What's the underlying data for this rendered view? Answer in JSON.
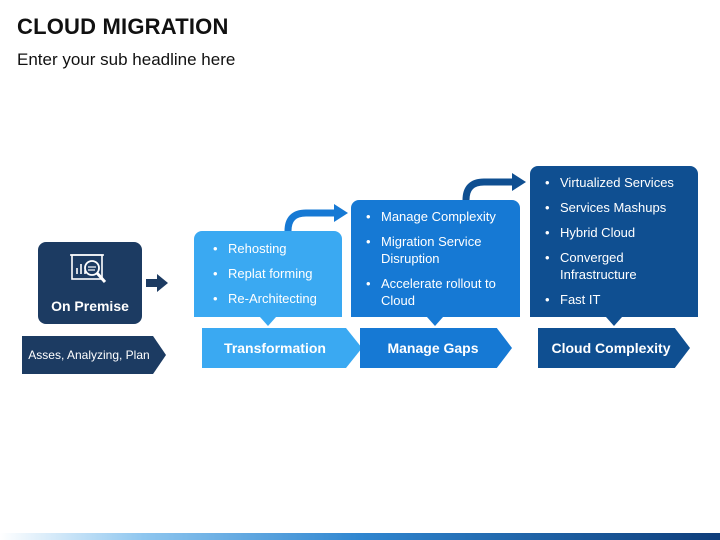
{
  "header": {
    "title": "CLOUD MIGRATION",
    "subtitle": "Enter your sub headline here"
  },
  "on_premise": {
    "label": "On Premise",
    "icon": "presentation-analysis-icon",
    "step_label": "Asses, Analyzing, Plan"
  },
  "stages": [
    {
      "label": "Transformation",
      "color": "#3aa9f2",
      "bullets": [
        "Rehosting",
        "Replat forming",
        "Re-Architecting"
      ]
    },
    {
      "label": "Manage Gaps",
      "color": "#1679d4",
      "bullets": [
        "Manage Complexity",
        "Migration Service Disruption",
        "Accelerate rollout to Cloud"
      ]
    },
    {
      "label": "Cloud Complexity",
      "color": "#0f4f91",
      "bullets": [
        "Virtualized Services",
        "Services Mashups",
        "Hybrid Cloud",
        "Converged Infrastructure",
        "Fast IT"
      ]
    }
  ],
  "colors": {
    "dark_navy": "#1c3b62",
    "light_blue": "#3aa9f2",
    "mid_blue": "#1679d4",
    "deep_blue": "#0f4f91"
  }
}
